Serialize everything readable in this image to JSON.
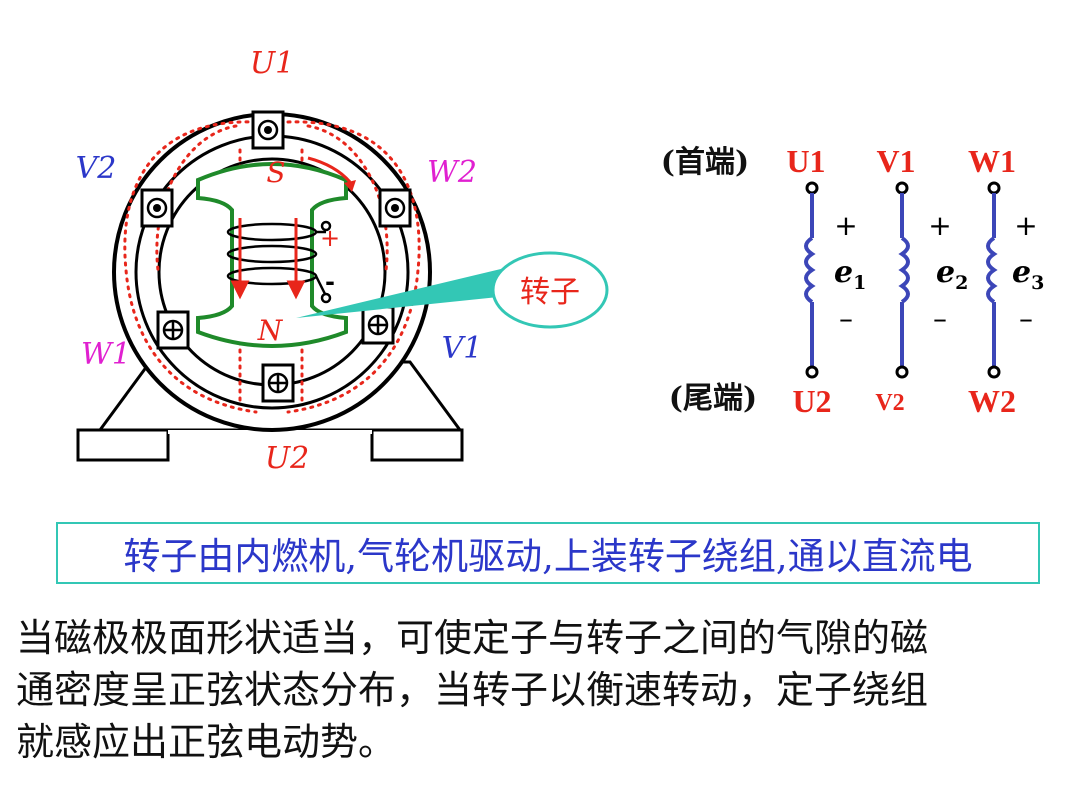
{
  "generator": {
    "phase_labels": {
      "u1": "U1",
      "u2": "U2",
      "v1": "V1",
      "v2": "V2",
      "w1": "W1",
      "w2": "W2"
    },
    "pole_s": "S",
    "pole_n": "N",
    "rotor_plus": "+",
    "rotor_minus": "-",
    "rotor_callout": "转子"
  },
  "windings": {
    "head_label": "(首端)",
    "tail_label": "(尾端)",
    "phases": [
      {
        "top": "U1",
        "bottom": "U2",
        "emf": "e",
        "sub": "1",
        "plus": "+",
        "minus": "–"
      },
      {
        "top": "V1",
        "bottom": "V2",
        "emf": "e",
        "sub": "2",
        "plus": "+",
        "minus": "–"
      },
      {
        "top": "W1",
        "bottom": "W2",
        "emf": "e",
        "sub": "3",
        "plus": "+",
        "minus": "–"
      }
    ]
  },
  "caption": "转子由内燃机,气轮机驱动,上装转子绕组,通以直流电",
  "explanation": [
    "当磁极极面形状适当，可使定子与转子之间的气隙的磁",
    "通密度呈正弦状态分布，当转子以衡速转动，定子绕组",
    "就感应出正弦电动势。"
  ],
  "colors": {
    "red": "#e8261b",
    "blue": "#2b37c9",
    "magenta": "#e020d0",
    "green": "#1f8a2a",
    "teal": "#33c7b5",
    "coil_blue": "#3c46b8"
  }
}
